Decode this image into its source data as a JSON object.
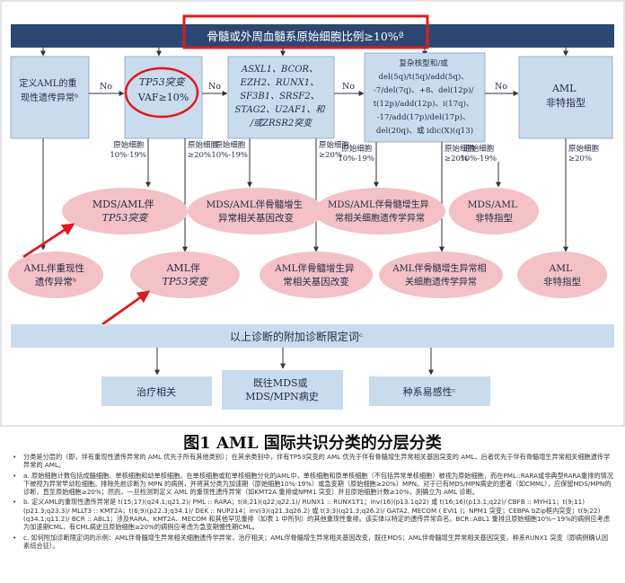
{
  "colors": {
    "banner": "#2b4874",
    "box": "#c9dced",
    "oval": "#f3c1c6",
    "highlight": "#e0191c",
    "line": "#333333"
  },
  "top_banner": "骨髓或外周血髓系原始细胞比例≥10%ª",
  "boxes": [
    {
      "lines": [
        "定义AML的重",
        "现性遗传异常ᵇ"
      ]
    },
    {
      "lines": [
        "TP53突变",
        "VAF≥10%"
      ]
    },
    {
      "lines": [
        "ASXL1、BCOR、",
        "EZH2、RUNX1、",
        "SF3B1、SRSF2、",
        "STAG2、U2AF1、和",
        "/或ZRSR2突变"
      ]
    },
    {
      "lines": [
        "复杂核型和/或",
        "del(5q)/t(5q)/add(5q)、",
        "-7/del(7q)、+8、del(12p)/",
        "t(12p)/add(12p)、i(17q)、",
        "-17/add(17p)/del(17p)、",
        "del(20q)、或 idic(X)(q13)"
      ]
    },
    {
      "lines": [
        "AML",
        "非特指型"
      ]
    }
  ],
  "no_labels": [
    "No",
    "No",
    "No",
    "No"
  ],
  "branch_labels": [
    {
      "left": [
        "原始细胞",
        "10%-19%"
      ],
      "right": [
        "原始细胞",
        "≥20%"
      ]
    },
    {
      "left": [
        "原始细胞",
        "10%-19%"
      ],
      "right": [
        "原始细胞",
        "≥20%"
      ]
    },
    {
      "left": [
        "原始细胞",
        "10%-19%"
      ],
      "right": [
        "原始细胞",
        "≥20%"
      ]
    },
    {
      "left": [
        "原始细胞",
        "10%-19%"
      ],
      "right": [
        "原始细胞",
        "≥20%"
      ]
    }
  ],
  "ovals_upper": [
    {
      "lines": [
        "MDS/AML伴",
        "TP53突变"
      ]
    },
    {
      "lines": [
        "MDS/AML伴骨髓增生",
        "异常相关基因改变"
      ]
    },
    {
      "lines": [
        "MDS/AML伴骨髓增生异",
        "常相关细胞遗传学异常"
      ]
    },
    {
      "lines": [
        "MDS/AML",
        "非特指型"
      ]
    }
  ],
  "ovals_lower": [
    {
      "lines": [
        "AML伴重现性",
        "遗传异常ᵇ"
      ]
    },
    {
      "lines": [
        "AML伴",
        "TP53突变"
      ]
    },
    {
      "lines": [
        "AML伴骨髓增生异",
        "常相关基因改变"
      ]
    },
    {
      "lines": [
        "AML伴骨髓增生异常相",
        "关细胞遗传学异常"
      ]
    },
    {
      "lines": [
        "AML",
        "非特指型"
      ]
    }
  ],
  "qualifier_banner": "以上诊断的附加诊断限定词ᶜ",
  "qualifiers": [
    {
      "lines": [
        "治疗相关"
      ]
    },
    {
      "lines": [
        "既往MDS或",
        "MDS/MPN病史"
      ]
    },
    {
      "lines": [
        "种系易感性ᶜ"
      ]
    }
  ],
  "figure_title": "图1 AML 国际共识分类的分层分类",
  "notes": [
    "分类是分层的（即，伴有重现性遗传异常的 AML 优先于所有其他类别）；在其余类别中，伴有TP53突变的 AML 优先于伴有骨髓增生异常相关基因突变的 AML，后者优先于伴有骨髓增生异常相关细胞遗传学异常的 AML。",
    "a. 原始细胞计数包括成髓细胞、单核细胞和幼单核细胞。在单核细胞或粒单核细胞分化的AML中，单核细胞和原单核细胞（不包括异常单核细胞）被视为原始细胞，而在PML::RARA或非典型RARA重排的情况下被视为异常早幼粒细胞。排除先前诊断为 MPN 的病例，并将其分类为加速期（原始细胞10%-19%）或急变期（原始细胞≥20%）MPN。对于已有MDS/MPN病史的患者（如CMML），应保留MDS/MPN的诊断，直至原始细胞≥20%；然而，一旦检测到定义 AML 的重现性遗传异常（如KMT2A 重排或NPM1 突变）并且原始细胞计数≥10%，则确立为 AML 诊断。",
    "b. 定义AML的重现性遗传异常是 t(15;17)(q24.1;q21.2)/ PML :: RARA；t(8;21)(q22;q22.1)/ RUNX1 :: RUNX1T1；inv(16)(p13.1q22) 或 t(16;16)(p13.1;q22)/ CBFB :: MYH11；t(9;11)(p21.3;q23.3)/ MLLT3 :: KMT2A；t(6;9)(p22.3;q34.1)/ DEK :: NUP214；inv(3)(q21.3q26.2) 或 t(3;3)(q21.3;q26.2)/ GATA2, MECOM ( EVI1 )；NPM1 突变；CEBPA bZip框内突变；t(9;22)(q34.1;q11.2)/ BCR :: ABL1；涉及RARA、KMT2A、MECOM 和其他罕见重排（如表 1 中所列）的其他重现性重排。该实体以特定的遗传异常命名。BCR::ABL1 重排且原始细胞10%~19%的病例应考虑为加速期CML，有CML病史且原始细胞≥20%的病例应考虑为急变期慢性期CML。",
    "c. 如何附加诊断限定词的示例：AML伴骨髓增生异常相关细胞遗传学异常，治疗相关；AML伴骨髓增生异常相关基因改变，既往MDS；AML伴骨髓增生异常相关基因突变，种系RUNX1 突变（即病例确认因素综合征）。"
  ]
}
